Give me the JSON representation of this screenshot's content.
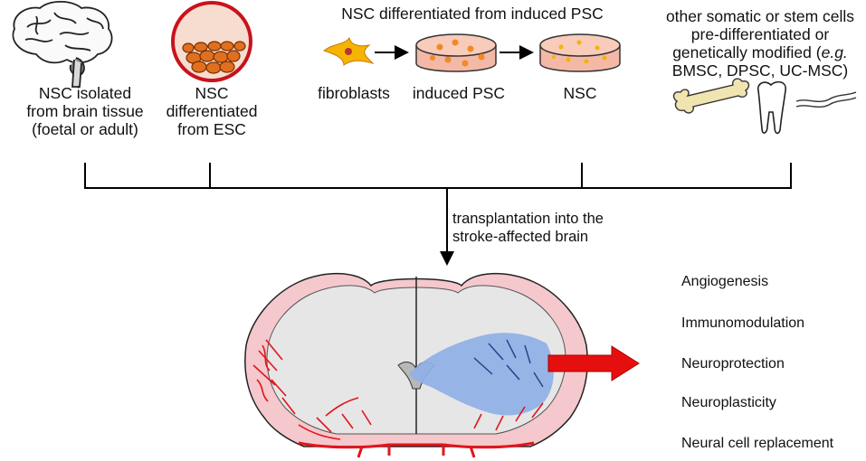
{
  "sources": {
    "brain": {
      "line1": "NSC isolated",
      "line2": "from brain tissue",
      "line3": "(foetal or adult)"
    },
    "esc": {
      "line1": "NSC",
      "line2": "differentiated",
      "line3": "from ESC"
    },
    "ipsc": {
      "title": "NSC differentiated from induced PSC",
      "fibroblasts": "fibroblasts",
      "induced": "induced PSC",
      "nsc": "NSC"
    },
    "other": {
      "line1": "other somatic or stem cells",
      "line2": "pre-differentiated or",
      "line3_a": "genetically modified (",
      "line3_b": "e.g.",
      "line4": "BMSC, DPSC, UC-MSC)"
    }
  },
  "transplant": {
    "line1": "transplantation into the",
    "line2": "stroke-affected brain"
  },
  "outcomes": [
    "Angiogenesis",
    "Immunomodulation",
    "Neuroprotection",
    "Neuroplasticity",
    "Neural cell replacement"
  ],
  "colors": {
    "line": "#000000",
    "cortex_pink": "#f4c8cc",
    "white_matter": "#e6e6e6",
    "vessel_red": "#e2151b",
    "stroke_blue": "#8fb0e6",
    "cell_orange": "#e0701f",
    "dish_pink": "#f4b9a6",
    "bone": "#f0e4b0",
    "arrow_red": "#e60f0f"
  },
  "icons": [
    "brain-icon",
    "esc-dish-icon",
    "fibroblast-icon",
    "petri-dish-icon",
    "bone-icon",
    "tooth-icon",
    "cord-icon",
    "brain-section-icon",
    "right-arrow-icon"
  ]
}
